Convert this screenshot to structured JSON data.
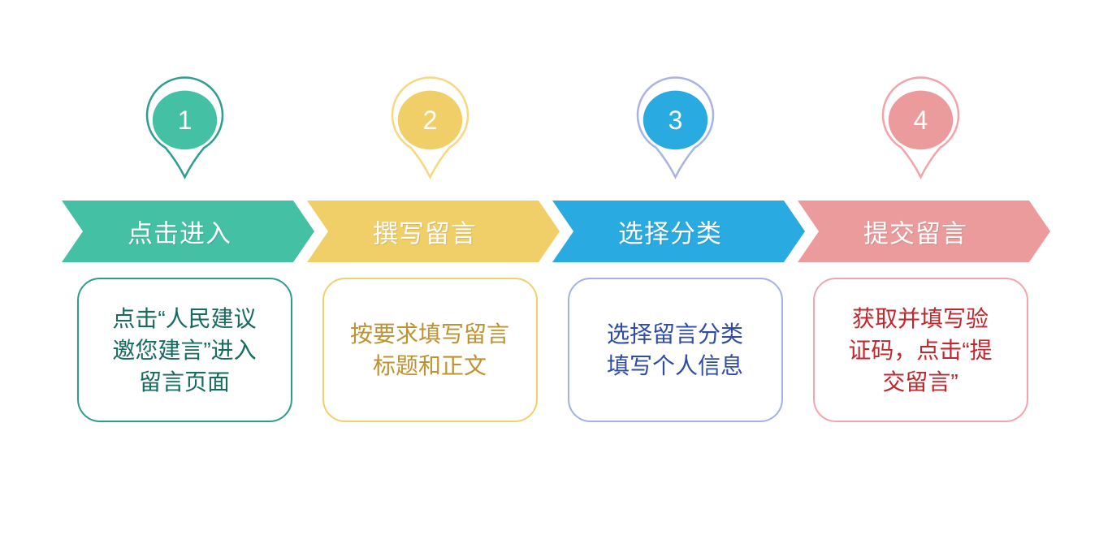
{
  "diagram": {
    "background": "#FFFFFF",
    "title_text_color": "#FFFFFF",
    "steps": [
      {
        "number": "1",
        "title": "点击进入",
        "description": "点击“人民建议邀您建言”进入留言页面",
        "lines": [
          "点击“人民建议",
          "邀您建言”进入",
          "留言页面"
        ],
        "colors": {
          "main": "#44C0A5",
          "ring": "#2F9E90",
          "box_border": "#2E9C8C",
          "text": "#166A60"
        }
      },
      {
        "number": "2",
        "title": "撰写留言",
        "description": "按要求填写留言标题和正文",
        "lines": [
          "按要求填写留言",
          "标题和正文"
        ],
        "colors": {
          "main": "#F0CE68",
          "ring": "#F5D87F",
          "box_border": "#EFD06E",
          "text": "#BD9331"
        }
      },
      {
        "number": "3",
        "title": "选择分类",
        "description": "选择留言分类填写个人信息",
        "lines": [
          "选择留言分类",
          "填写个人信息"
        ],
        "colors": {
          "main": "#29ABE2",
          "ring": "#A8B4E4",
          "box_border": "#A3B2E2",
          "text": "#2F4CA5"
        }
      },
      {
        "number": "4",
        "title": "提交留言",
        "description": "获取并填写验证码，点击“提交留言”",
        "lines": [
          "获取并填写验",
          "证码，点击“提",
          "交留言”"
        ],
        "colors": {
          "main": "#EC9B9C",
          "ring": "#F2A4AA",
          "box_border": "#F2A6AC",
          "text": "#C1272D"
        }
      }
    ]
  }
}
